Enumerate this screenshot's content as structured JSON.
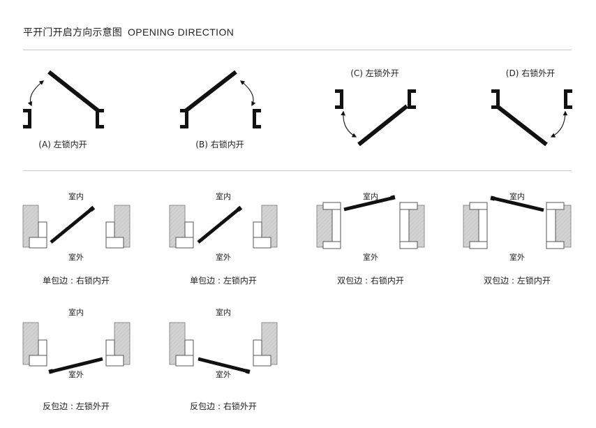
{
  "header": {
    "title_cn": "平开门开启方向示意图",
    "title_en": "OPENING DIRECTION"
  },
  "top_row": {
    "panels": [
      {
        "caption": "(A) 左锁内开",
        "caption_position": "below"
      },
      {
        "caption": "(B) 右锁内开",
        "caption_position": "below"
      },
      {
        "caption": "(C) 左锁外开",
        "caption_position": "above"
      },
      {
        "caption": "(D) 右锁外开",
        "caption_position": "above"
      }
    ]
  },
  "bottom_grid": {
    "indoor_label": "室内",
    "outdoor_label": "室外",
    "panels": [
      {
        "caption": "单包边 : 右锁内开"
      },
      {
        "caption": "单包边 : 左锁内开"
      },
      {
        "caption": "双包边 : 右锁内开"
      },
      {
        "caption": "双包边 : 左锁内开"
      },
      {
        "caption": "反包边 : 左锁外开"
      },
      {
        "caption": "反包边 : 右锁外开"
      }
    ]
  },
  "colors": {
    "ink": "#111111",
    "wall_fill": "#d2d2d2",
    "rule": "#c8c8c8"
  }
}
